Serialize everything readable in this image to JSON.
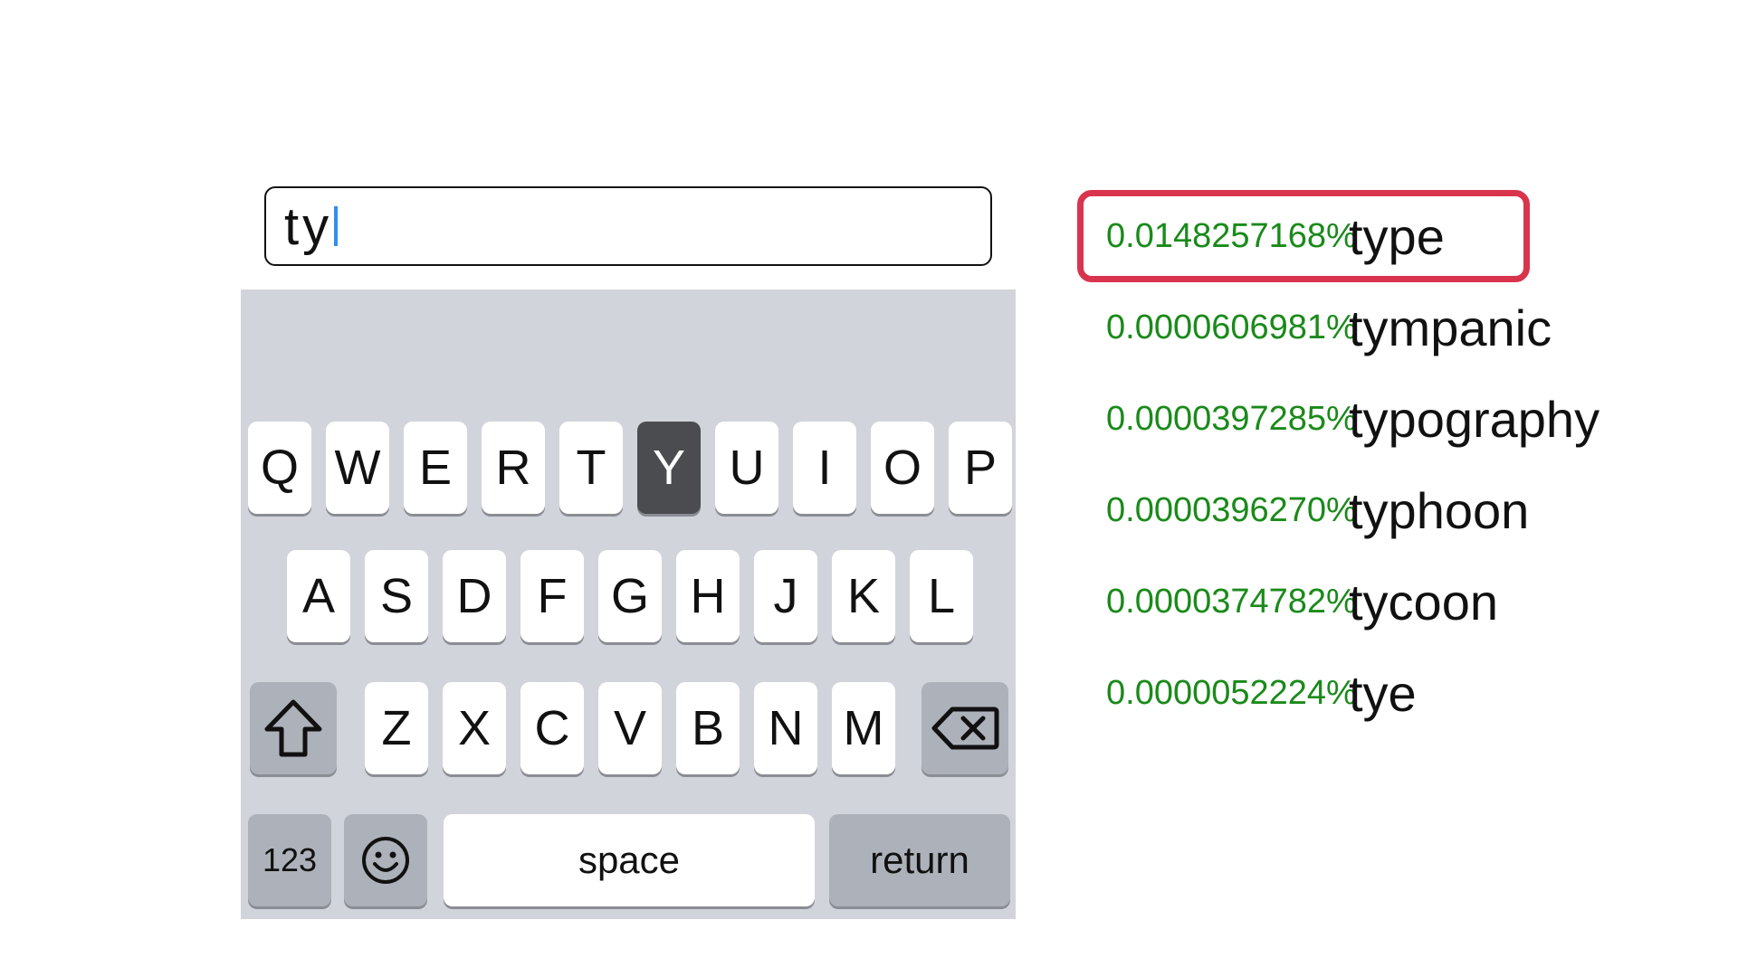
{
  "input": {
    "value": "ty"
  },
  "keyboard": {
    "row1": [
      "Q",
      "W",
      "E",
      "R",
      "T",
      "Y",
      "U",
      "I",
      "O",
      "P"
    ],
    "row2": [
      "A",
      "S",
      "D",
      "F",
      "G",
      "H",
      "J",
      "K",
      "L"
    ],
    "row3": [
      "Z",
      "X",
      "C",
      "V",
      "B",
      "N",
      "M"
    ],
    "pressed_key": "Y",
    "shift_icon": "shift-arrow-icon",
    "delete_icon": "backspace-icon",
    "numbers_label": "123",
    "emoji_icon": "smiley-icon",
    "space_label": "space",
    "return_label": "return"
  },
  "suggestions": [
    {
      "probability": "0.0148257168%",
      "word": "type",
      "highlighted": true
    },
    {
      "probability": "0.0000606981%",
      "word": "tympanic",
      "highlighted": false
    },
    {
      "probability": "0.0000397285%",
      "word": "typography",
      "highlighted": false
    },
    {
      "probability": "0.0000396270%",
      "word": "typhoon",
      "highlighted": false
    },
    {
      "probability": "0.0000374782%",
      "word": "tycoon",
      "highlighted": false
    },
    {
      "probability": "0.0000052224%",
      "word": "tye",
      "highlighted": false
    }
  ],
  "colors": {
    "probability_text": "#1a8a1a",
    "highlight_border": "#d9344e",
    "caret": "#2f8ff0",
    "keyboard_bg": "#d1d4db",
    "pressed_key_bg": "#4b4c4f"
  }
}
